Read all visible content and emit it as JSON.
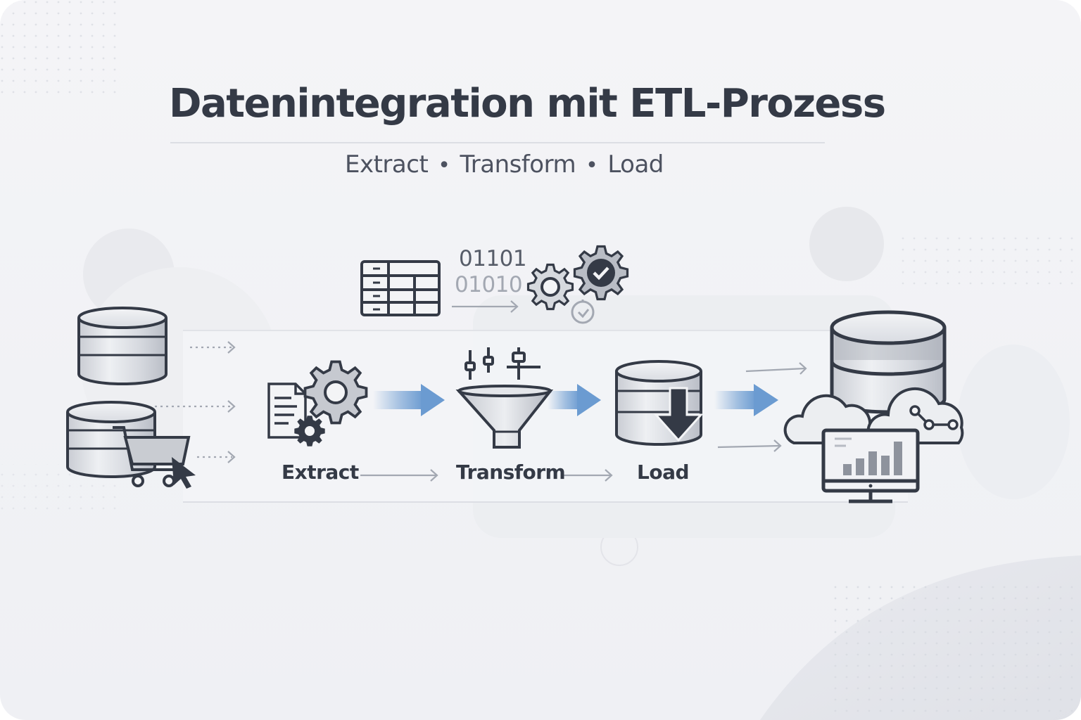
{
  "title": "Datenintegration mit ETL-Prozess",
  "subtitle": {
    "steps": [
      "Extract",
      "Transform",
      "Load"
    ],
    "separator": "•"
  },
  "stages": {
    "extract": "Extract",
    "transform": "Transform",
    "load": "Load"
  },
  "binary": {
    "line1": "01101",
    "line2": "01010"
  },
  "colors": {
    "background": "#f2f3f6",
    "ink": "#343a46",
    "accent_arrow": "#6b9bd1",
    "muted": "#a3a8b2"
  },
  "icons": [
    "source-database-icon",
    "ecommerce-database-icon",
    "shopping-cart-icon",
    "cursor-icon",
    "document-icon",
    "gears-icon",
    "funnel-icon",
    "sliders-icon",
    "load-database-icon",
    "download-arrow-icon",
    "table-icon",
    "check-gear-icon",
    "clock-icon",
    "warehouse-icon",
    "cloud-icon",
    "monitor-icon",
    "bar-chart-icon"
  ]
}
